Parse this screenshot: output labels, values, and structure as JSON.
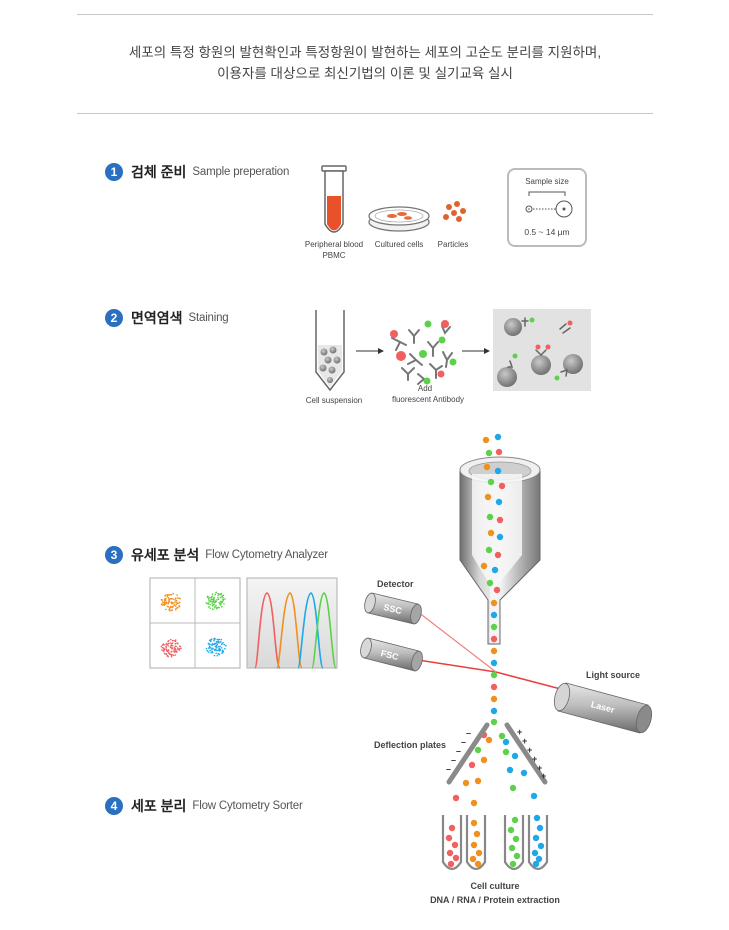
{
  "intro": {
    "line1": "세포의 특정 항원의 발현확인과 특정항원이 발현하는 세포의 고순도 분리를 지원하며,",
    "line2": "이용자를 대상으로 최신기법의 이론 및 실기교육 실시"
  },
  "steps": [
    {
      "number": "1",
      "ko": "검체 준비",
      "en": "Sample preperation"
    },
    {
      "number": "2",
      "ko": "면역염색",
      "en": "Staining"
    },
    {
      "number": "3",
      "ko": "유세포 분석",
      "en": "Flow Cytometry Analyzer"
    },
    {
      "number": "4",
      "ko": "세포 분리",
      "en": "Flow Cytometry Sorter"
    }
  ],
  "sample": {
    "tube_label": "Peripheral blood",
    "tube_label2": "PBMC",
    "dish_label": "Cultured cells",
    "particles_label": "Particles",
    "size_title": "Sample size",
    "size_range": "0.5 ~ 14 μm"
  },
  "staining": {
    "suspension_label": "Cell suspension",
    "antibody_label1": "Add",
    "antibody_label2": "fluorescent Antibody"
  },
  "analyzer": {
    "detector_label": "Detector",
    "ssc_label": "SSC",
    "fsc_label": "FSC",
    "light_label": "Light source",
    "laser_label": "Laser",
    "deflection_label": "Deflection plates",
    "culture_label": "Cell culture",
    "extraction_label": "DNA / RNA / Protein extraction"
  },
  "colors": {
    "accent": "#2a6fc0",
    "orange": "#f0901e",
    "green": "#5cd14a",
    "blue": "#1fa8e8",
    "red": "#f06060",
    "laser": "#e84040"
  }
}
